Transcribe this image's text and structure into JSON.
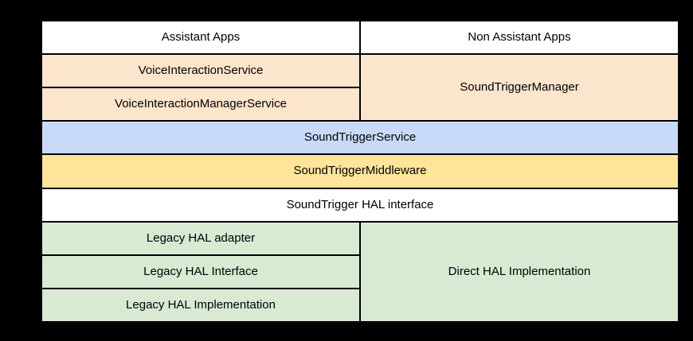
{
  "colors": {
    "background": "#000000",
    "grid_line": "#000000",
    "text": "#000000",
    "app_layer": "#ffffff",
    "framework_api_layer": "#fce5cd",
    "system_service_layer": "#c9daf8",
    "middleware_layer": "#ffe599",
    "hal_interface_layer": "#ffffff",
    "hal_implementation_layer": "#d9ead3"
  },
  "cells": {
    "assistant_apps": "Assistant Apps",
    "non_assistant_apps": "Non Assistant Apps",
    "voice_interaction_service": "VoiceInteractionService",
    "voice_interaction_manager_service": "VoiceInteractionManagerService",
    "sound_trigger_manager": "SoundTriggerManager",
    "sound_trigger_service": "SoundTriggerService",
    "sound_trigger_middleware": "SoundTriggerMiddleware",
    "sound_trigger_hal_interface": "SoundTrigger HAL interface",
    "legacy_hal_adapter": "Legacy HAL adapter",
    "legacy_hal_interface": "Legacy HAL Interface",
    "legacy_hal_implementation": "Legacy HAL Implementation",
    "direct_hal_implementation": "Direct HAL Implementation"
  }
}
